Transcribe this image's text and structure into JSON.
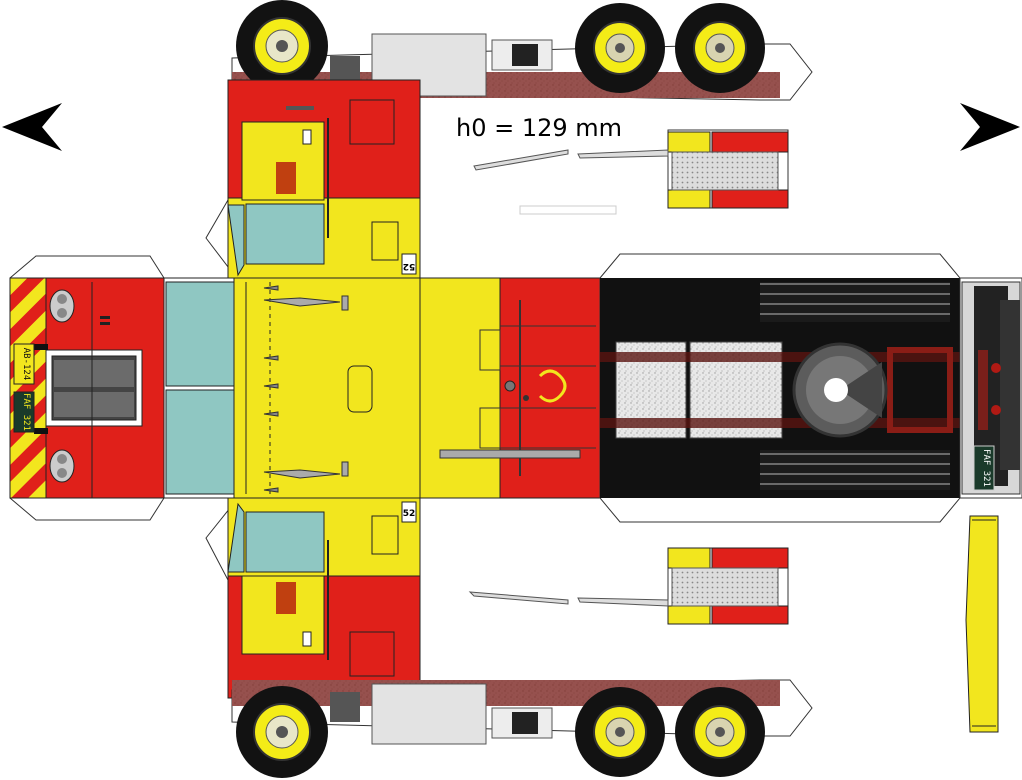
{
  "scale_label": "h0 = 129 mm",
  "front_plates": {
    "top": "AB-124",
    "bottom": "FAF 321"
  },
  "rear_plate": "FAF 321",
  "part_numbers": {
    "top_side": "52",
    "bottom_side": "52"
  },
  "colors": {
    "red": "#e0201a",
    "yellow": "#f2e61e",
    "glass": "#8fc7c2",
    "chassis": "#111111",
    "outline": "#222222",
    "tire": "#121212",
    "rim": "#f4ec17"
  }
}
